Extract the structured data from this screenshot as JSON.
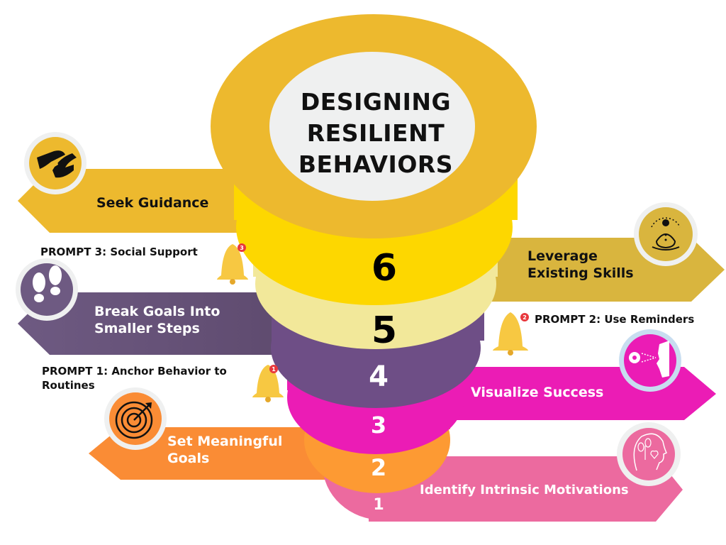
{
  "title": {
    "line1": "DESIGNING",
    "line2": "RESILIENT",
    "line3": "BEHAVIORS"
  },
  "levels": [
    {
      "number": "1",
      "label": "Identify Intrinsic Motivations",
      "color": "#EC6A9F",
      "icon": "head-heart-plant-icon"
    },
    {
      "number": "2",
      "label_line1": "Set Meaningful",
      "label_line2": "Goals",
      "color": "#FA8C35",
      "icon": "target-arrow-icon"
    },
    {
      "number": "3",
      "label": "Visualize Success",
      "color": "#EB1CB5",
      "icon": "visualize-face-icon"
    },
    {
      "number": "4",
      "label_line1": "Break Goals Into",
      "label_line2": "Smaller Steps",
      "color": "#6E4E86",
      "icon": "footprints-icon"
    },
    {
      "number": "5",
      "label_line1": "Leverage",
      "label_line2": "Existing Skills",
      "color": "#D9B53E",
      "icon": "meditation-icon"
    },
    {
      "number": "6",
      "label": "Seek Guidance",
      "color": "#EDB92E",
      "icon": "helping-hands-icon"
    }
  ],
  "prompts": [
    {
      "badge": "1",
      "line1": "PROMPT 1: Anchor Behavior to",
      "line2": "Routines"
    },
    {
      "badge": "2",
      "text": "PROMPT 2: Use Reminders"
    },
    {
      "badge": "3",
      "text": "PROMPT 3: Social Support"
    }
  ],
  "colors": {
    "funnel_top": "#EDB92E",
    "funnel_6": "#FDD700",
    "funnel_5": "#F2E89A",
    "funnel_4": "#6E4E86",
    "funnel_3": "#EB1CB5",
    "funnel_2": "#FD9A33",
    "funnel_1": "#EC6A9F",
    "center": "#EFF0F0",
    "bell": "#F7C842",
    "badge": "#E8383D"
  }
}
